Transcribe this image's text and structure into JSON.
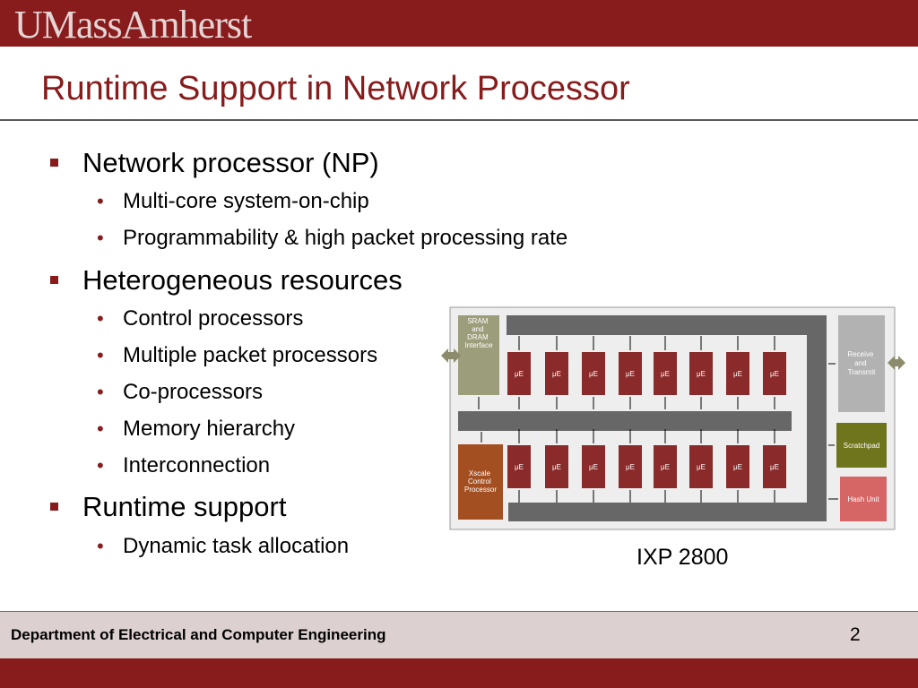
{
  "header": {
    "logo": "UMassAmherst"
  },
  "slide": {
    "title": "Runtime Support in Network Processor",
    "bullets": [
      {
        "text": "Network processor (NP)",
        "sub": [
          "Multi-core system-on-chip",
          "Programmability & high packet processing rate"
        ]
      },
      {
        "text": "Heterogeneous resources",
        "sub": [
          "Control processors",
          "Multiple packet processors",
          "Co-processors",
          "Memory hierarchy",
          "Interconnection"
        ]
      },
      {
        "text": "Runtime support",
        "sub": [
          "Dynamic task allocation"
        ]
      }
    ],
    "figure_caption": "IXP 2800"
  },
  "diagram": {
    "sram": [
      "SRAM",
      "and",
      "DRAM",
      "Interface"
    ],
    "xscale": [
      "Xscale",
      "Control",
      "Processor"
    ],
    "rx": [
      "Receive",
      "and",
      "Transmit"
    ],
    "scratchpad": "Scratchpad",
    "hash": "Hash Unit",
    "microengine": "μE",
    "microengines_per_row": 8,
    "colors": {
      "sram": "#9c9d7a",
      "xscale": "#a44f22",
      "microengine": "#8a2a2a",
      "rx": "#b2b2b2",
      "scratchpad": "#6f751d",
      "hash": "#d66666",
      "bus": "#676767",
      "panel": "#eeeeee",
      "arrow": "#8c8c6c"
    }
  },
  "footer": {
    "department": "Department of Electrical and Computer Engineering",
    "page": "2"
  },
  "theme": {
    "maroon": "#881c1c",
    "footer_bg": "#ddd0d0"
  }
}
